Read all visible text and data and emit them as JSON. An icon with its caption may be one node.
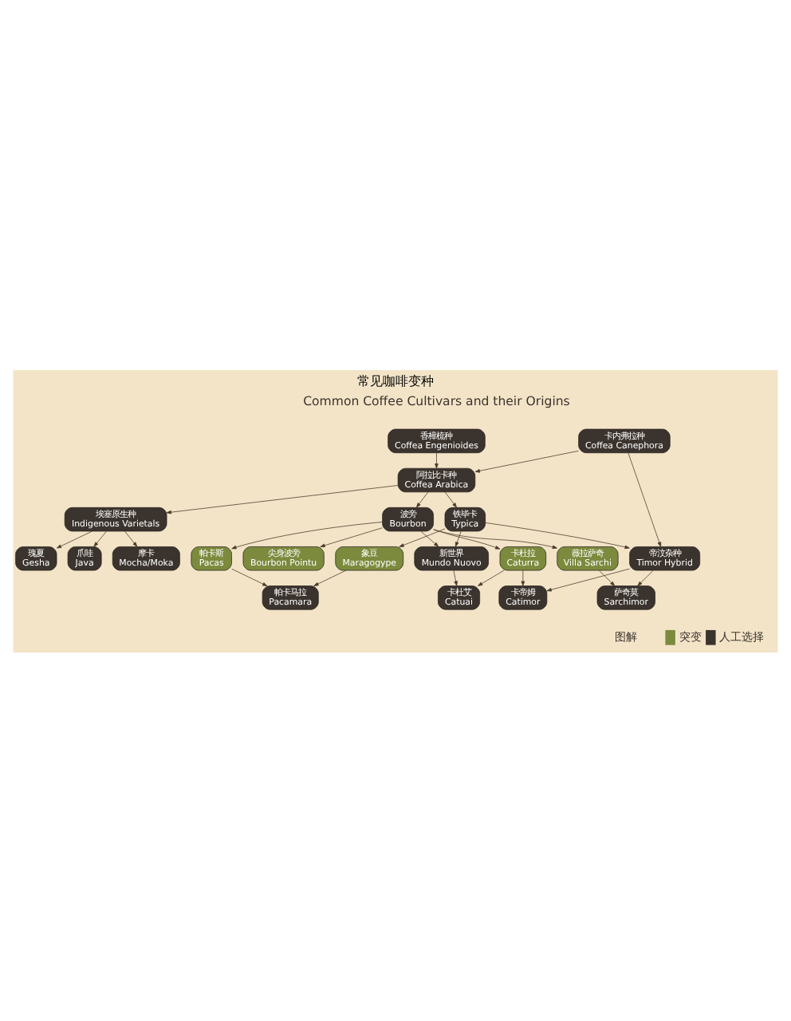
{
  "diagram": {
    "title": "常见咖啡变种",
    "nodes": [
      {
        "text": [
          "香樟梳种",
          "Coffea Engenioides"
        ]
      },
      {
        "text": [
          "卡内弗拉种",
          "Coffea Canephora"
        ]
      },
      {
        "text": [
          "阿拉比卡种",
          "Coffea Arabica"
        ]
      },
      {
        "text": [
          "埃塞原生种",
          "Indigenous Varietals"
        ]
      },
      {
        "text": [
          "尖身波旁",
          "Bourbon Pointu"
        ]
      },
      {
        "text": [
          "瑰夏",
          "Gesha"
        ]
      },
      {
        "text": [
          "爪哇",
          "Java"
        ]
      },
      {
        "text": [
          "帕卡斯",
          "Pacas"
        ]
      },
      {
        "text": [
          "摩卡",
          "Mocha/Moka"
        ]
      },
      {
        "text": [
          "象豆",
          "Maragogype"
        ]
      },
      {
        "text": [
          "铁毕卡",
          "Typica"
        ]
      },
      {
        "text": [
          "帕卡马拉",
          "Pacamara"
        ]
      },
      {
        "text": [
          "波旁",
          "Bourbon"
        ]
      },
      {
        "text": [
          "新世界",
          "Mundo Nuovo"
        ]
      },
      {
        "text": [
          "卡杜拉",
          "Caturra"
        ]
      },
      {
        "text": [
          "卡杜艾",
          "Catuai"
        ]
      },
      {
        "text": [
          "帝汶杂种",
          "Timor Hybrid"
        ]
      },
      {
        "text": [
          "薇拉萨奇",
          "Villa Sarchi"
        ]
      },
      {
        "text": [
          "卡帝姆",
          "Catimor"
        ]
      },
      {
        "text": [
          "萨奇莫",
          "Sarchimor"
        ]
      }
    ],
    "edges": [
      {
        "from": 0,
        "to": 2,
        "arrow": "to"
      },
      {
        "from": 1,
        "to": 2,
        "arrow": "to"
      },
      {
        "from": 1,
        "to": 16,
        "arrow": "to"
      },
      {
        "from": 2,
        "to": 3,
        "arrow": "to"
      },
      {
        "from": 2,
        "to": 12,
        "arrow": "to"
      },
      {
        "from": 2,
        "to": 10,
        "arrow": "to"
      },
      {
        "from": 3,
        "to": 5,
        "arrow": "to"
      },
      {
        "from": 3,
        "to": 6,
        "arrow": "to"
      },
      {
        "from": 3,
        "to": 8,
        "arrow": "to"
      },
      {
        "from": 12,
        "to": 4,
        "arrow": "to"
      },
      {
        "from": 12,
        "to": 7,
        "arrow": "to"
      },
      {
        "from": 10,
        "to": 9,
        "arrow": "to"
      },
      {
        "from": 7,
        "to": 11,
        "arrow": "to"
      },
      {
        "from": 9,
        "to": 11,
        "arrow": "to"
      },
      {
        "from": 10,
        "to": 13,
        "arrow": "to"
      },
      {
        "from": 12,
        "to": 13,
        "arrow": "to"
      },
      {
        "from": 10,
        "to": 16,
        "arrow": "to"
      },
      {
        "from": 12,
        "to": 14,
        "arrow": "to"
      },
      {
        "from": 12,
        "to": 17,
        "arrow": "to"
      },
      {
        "from": 13,
        "to": 15,
        "arrow": "to"
      },
      {
        "from": 14,
        "to": 15,
        "arrow": "to"
      },
      {
        "from": 14,
        "to": 18,
        "arrow": "to"
      },
      {
        "from": 16,
        "to": 18,
        "arrow": "to"
      },
      {
        "from": 17,
        "to": 19,
        "arrow": "to"
      },
      {
        "from": 16,
        "to": 19,
        "arrow": "to"
      }
    ],
    "labels": [
      "Common Coffee Cultivars and their Origins",
      "图解"
    ],
    "legend": [
      {
        "text": "突变",
        "color": "#7b8a3c"
      },
      {
        "text": "人工选择",
        "color": "#3b332d"
      }
    ]
  }
}
